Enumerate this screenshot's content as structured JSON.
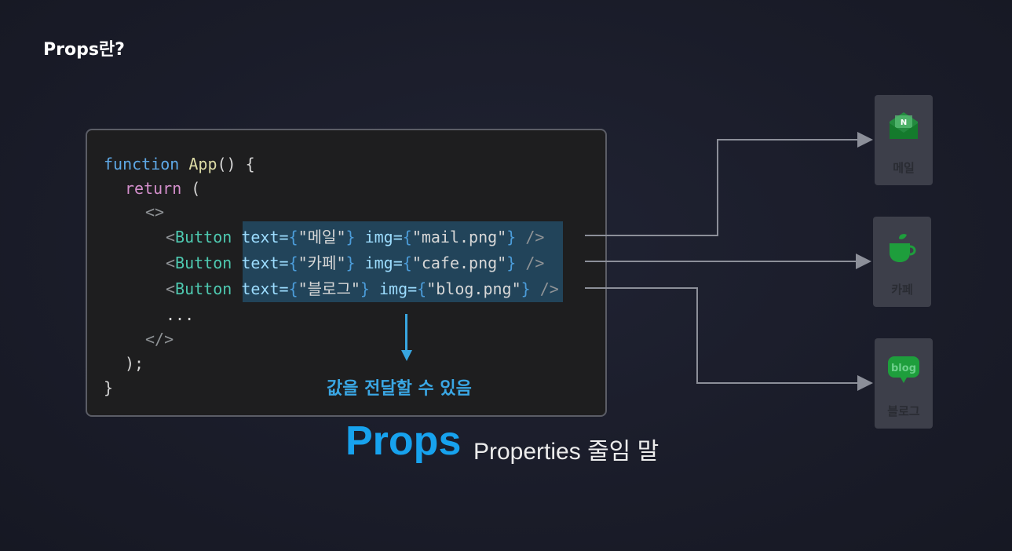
{
  "title": "Props란?",
  "code": {
    "line1": {
      "kw": "function",
      "fn": "App",
      "rest": "() {"
    },
    "line2": {
      "kw": "return",
      "rest": " ("
    },
    "line3": "<>",
    "buttons": [
      {
        "tag": "<",
        "comp": "Button",
        "attr1": "text=",
        "b1": "{",
        "val1": "\"메일\"",
        "b2": "}",
        "attr2": " img=",
        "b3": "{",
        "val2": "\"mail.png\"",
        "b4": "}",
        "close": " />"
      },
      {
        "tag": "<",
        "comp": "Button",
        "attr1": "text=",
        "b1": "{",
        "val1": "\"카페\"",
        "b2": "}",
        "attr2": " img=",
        "b3": "{",
        "val2": "\"cafe.png\"",
        "b4": "}",
        "close": " />"
      },
      {
        "tag": "<",
        "comp": "Button",
        "attr1": "text=",
        "b1": "{",
        "val1": "\"블로그\"",
        "b2": "}",
        "attr2": " img=",
        "b3": "{",
        "val2": "\"blog.png\"",
        "b4": "}",
        "close": " />"
      }
    ],
    "ellipsis": "...",
    "fragment_close": "</>",
    "paren_close": ");",
    "brace_close": "}"
  },
  "caption": "값을 전달할 수 있음",
  "props_word": "Props",
  "props_desc": "Properties 줄임 말",
  "apps": [
    {
      "label": "메일",
      "icon": "naver-mail-icon"
    },
    {
      "label": "카페",
      "icon": "cafe-cup-icon"
    },
    {
      "label": "블로그",
      "icon": "blog-bubble-icon"
    }
  ],
  "colors": {
    "accent": "#17a2ee",
    "icon_green": "#1e9e3c",
    "card_bg": "#3d3f4a"
  }
}
